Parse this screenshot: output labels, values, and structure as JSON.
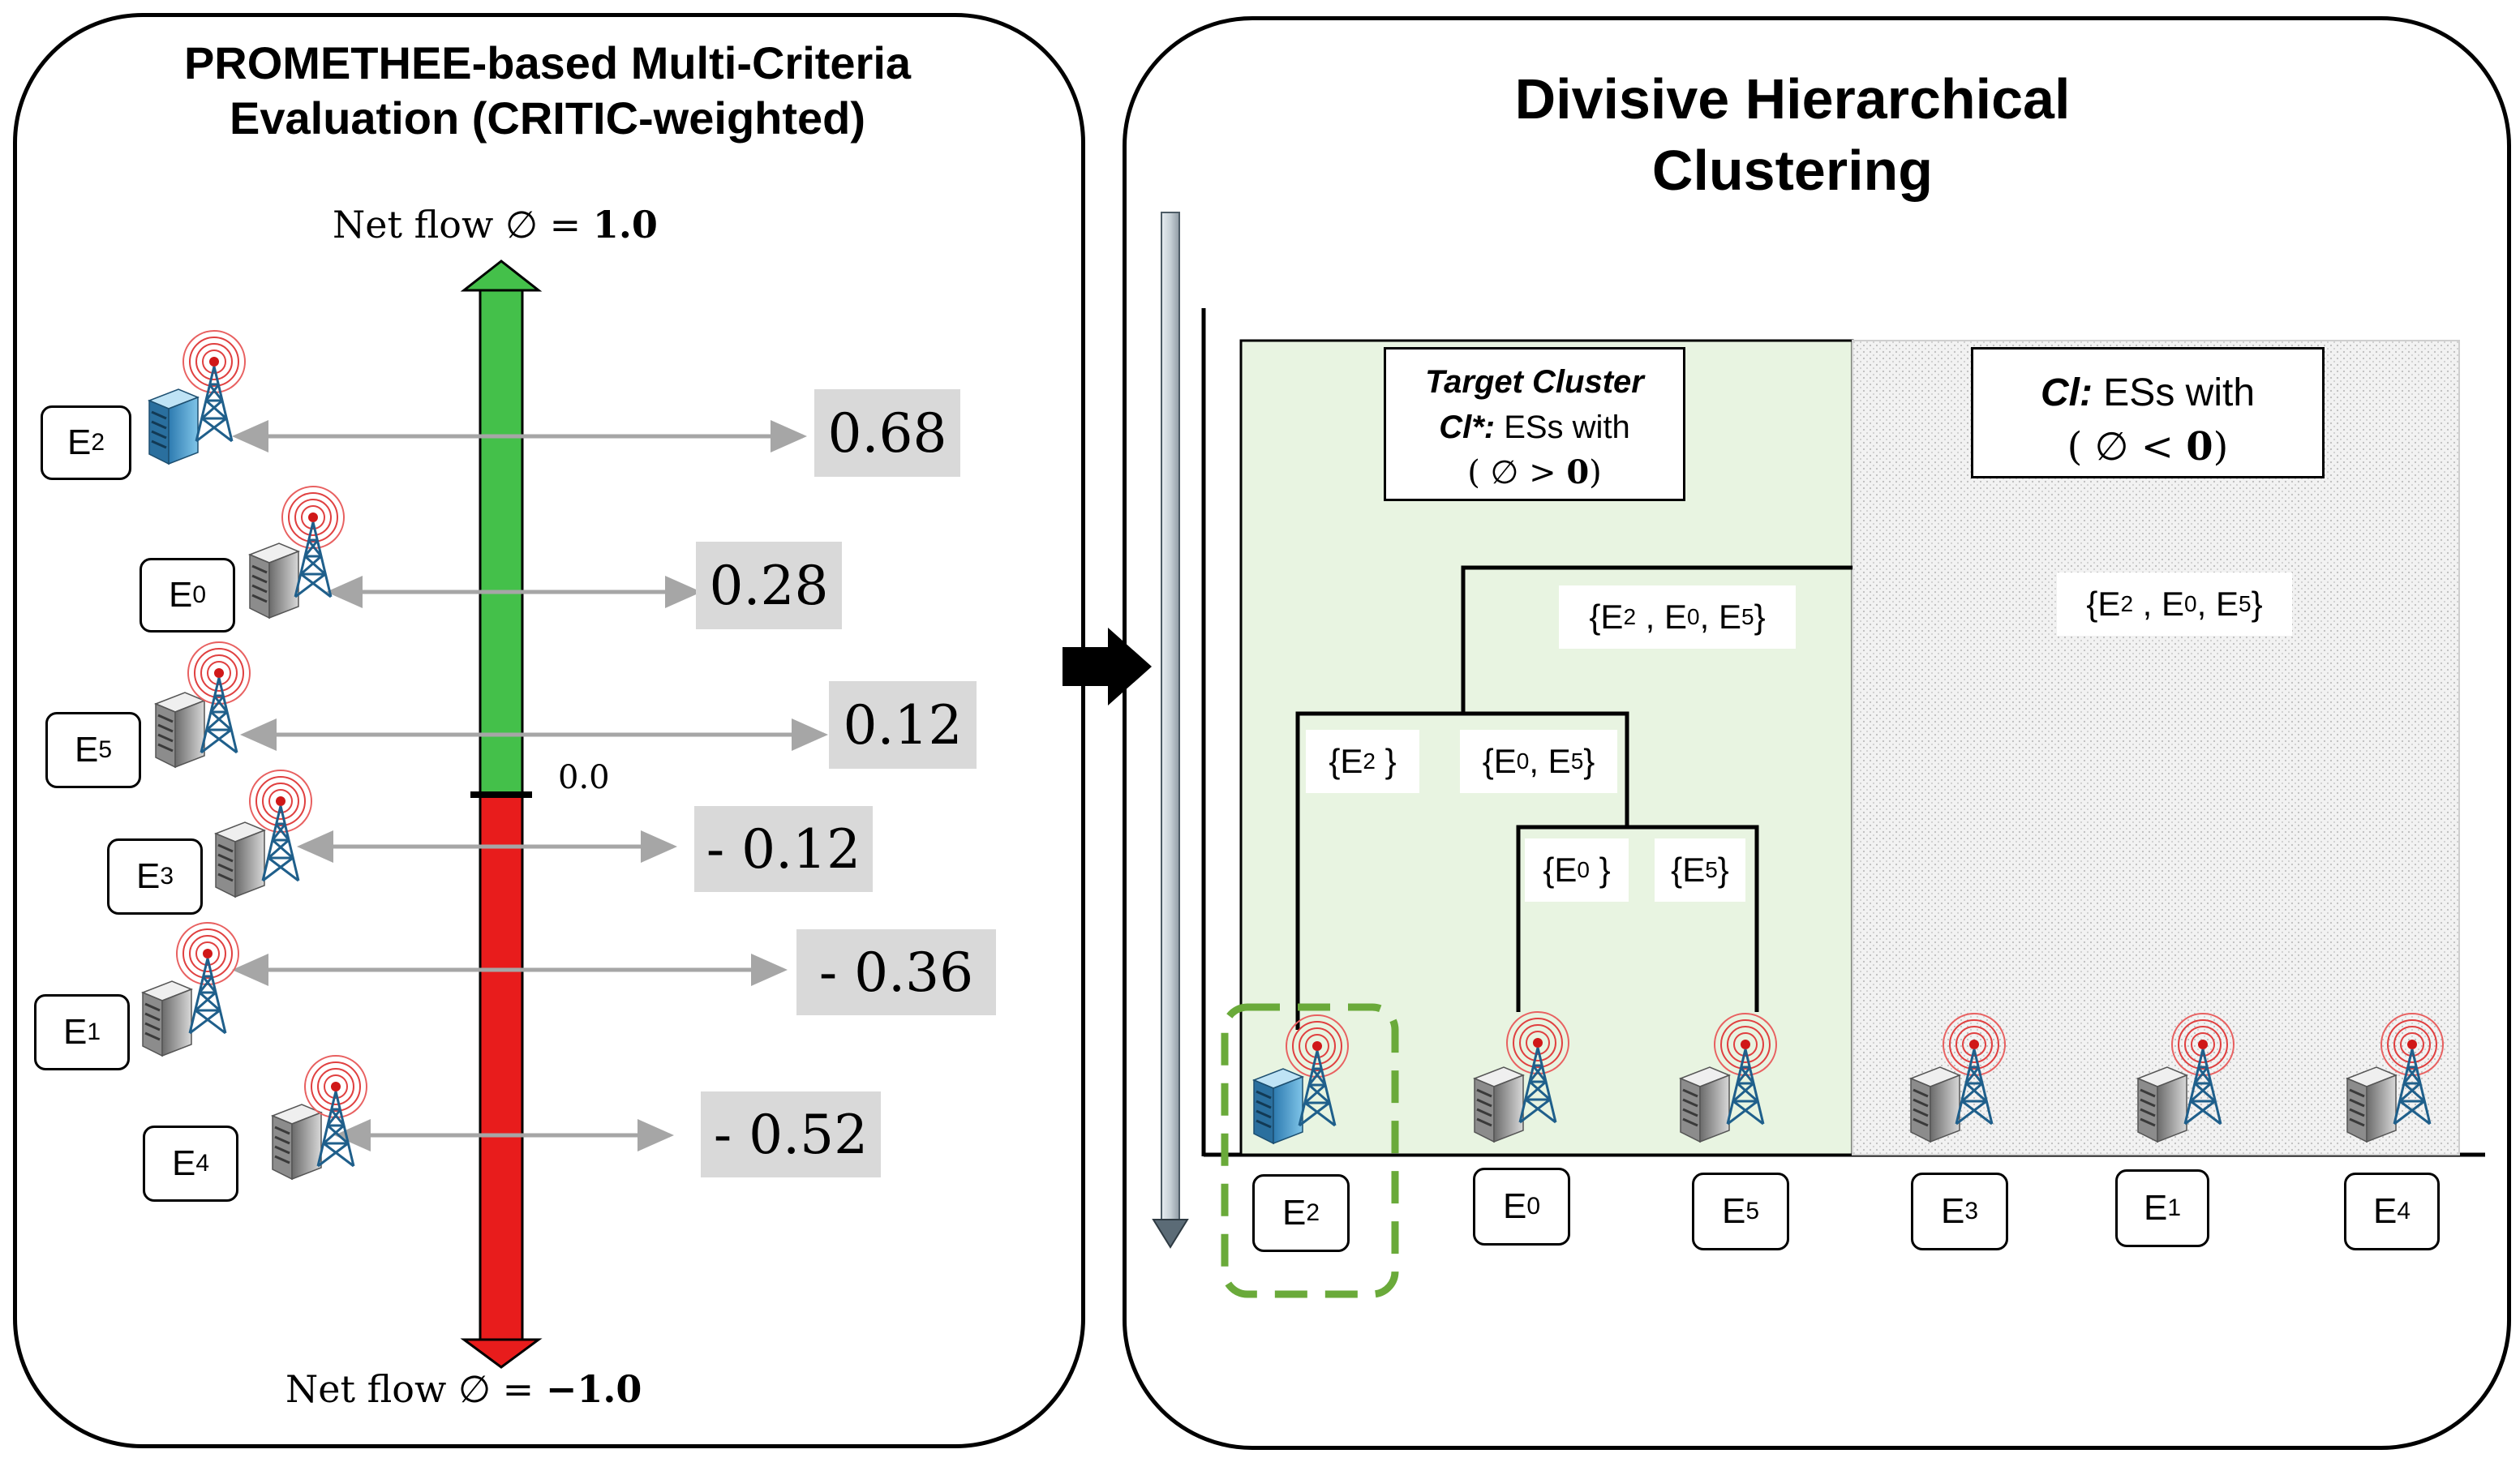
{
  "left_panel": {
    "title_line1": "PROMETHEE-based Multi-Criteria",
    "title_line2": "Evaluation (CRITIC-weighted)",
    "axis_top": {
      "label": "Net flow ∅ = ",
      "value": "1.0"
    },
    "axis_bottom": {
      "label": "Net flow ∅  = ",
      "value": "−1.0"
    },
    "axis_zero": "0.0",
    "colors": {
      "positive": "#44c04a",
      "negative": "#e81c1c",
      "value_box": "#d9d9d9",
      "arrow": "#a6a6a6"
    },
    "servers": [
      {
        "label": "E",
        "sub": "2",
        "score": "0.68",
        "highlighted": true
      },
      {
        "label": "E",
        "sub": "0",
        "score": "0.28",
        "highlighted": false
      },
      {
        "label": "E",
        "sub": "5",
        "score": "0.12",
        "highlighted": false
      },
      {
        "label": "E",
        "sub": "3",
        "score": "- 0.12",
        "highlighted": false
      },
      {
        "label": "E",
        "sub": "1",
        "score": "- 0.36",
        "highlighted": false
      },
      {
        "label": "E",
        "sub": "4",
        "score": "- 0.52",
        "highlighted": false
      }
    ]
  },
  "right_panel": {
    "title_line1": "Divisive Hierarchical",
    "title_line2": "Clustering",
    "target_cluster": {
      "line1": "Target Cluster",
      "line2_bold": "Cl*:",
      "line2_rest": " ESs  with",
      "line3": "( ∅ > ",
      "line3_bold": "0",
      "line3_end": ")"
    },
    "other_cluster": {
      "line1_bold": "Cl:",
      "line1_rest": " ESs  with",
      "line2": "( ∅ < ",
      "line2_bold": "0",
      "line2_end": ")"
    },
    "sets": {
      "root_left": {
        "text": "{E2 , E0, E5}"
      },
      "root_right": {
        "text": "{E2 , E0, E5}"
      },
      "e2": {
        "text": "{E2 }"
      },
      "e0e5": {
        "text": "{E0, E5}"
      },
      "e0": {
        "text": "{E0 }"
      },
      "e5": {
        "text": "{E5}"
      }
    },
    "leaves": [
      "2",
      "0",
      "5",
      "3",
      "1",
      "4"
    ],
    "colors": {
      "cluster_fill": "#e8f4e1",
      "selection_dash": "#6aaa3a"
    }
  }
}
